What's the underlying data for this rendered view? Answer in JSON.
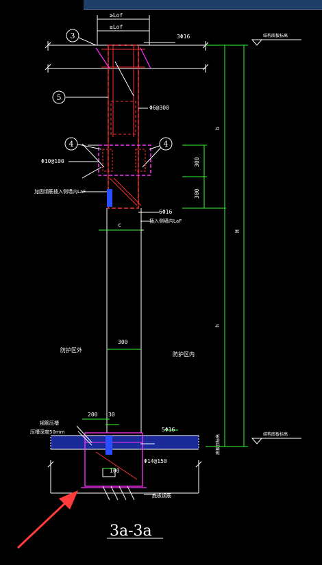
{
  "window": {
    "title": ""
  },
  "drawing": {
    "section_title": "3a-3a",
    "callouts": [
      "3",
      "5",
      "4",
      "4"
    ],
    "labels": {
      "lof_1": "≥Lof",
      "lof_2": "≥Lof",
      "top_bars": "3Φ16",
      "stirrup_a": "Φ6@300",
      "stirrup_b": "Φ10@100",
      "anchor_note_left": "加固钢筋插入侧墙内LaF",
      "bot_bars": "6Φ16",
      "anchor_note_right": "插入侧墙内LaF",
      "dim_c": "c",
      "dim_300_a": "300",
      "dim_300_b": "300",
      "dim_b": "b",
      "dim_H": "H",
      "dim_h": "h",
      "dim_300_w": "300",
      "zone_left": "防护区外",
      "zone_right": "防护区内",
      "dim_200": "200",
      "dim_30": "30",
      "slab_note_1": "钢筋压槽",
      "slab_note_2": "压槽深度50mm",
      "foot_bars": "5Φ16",
      "foot_stirrup": "Φ14@150",
      "dim_100": "100",
      "base_note": "底板钢筋",
      "level_top": "结构底板标高",
      "level_bottom": "结构底板标高",
      "vert_note": "底板顶标高"
    }
  },
  "colors": {
    "background": "#000000",
    "line_white": "#ffffff",
    "concrete_red": "#ff3030",
    "rebar_magenta": "#ff33ff",
    "dim_green": "#33ff33",
    "hatch_blue": "#2a4dff",
    "arrow_red": "#ff3b3b"
  }
}
